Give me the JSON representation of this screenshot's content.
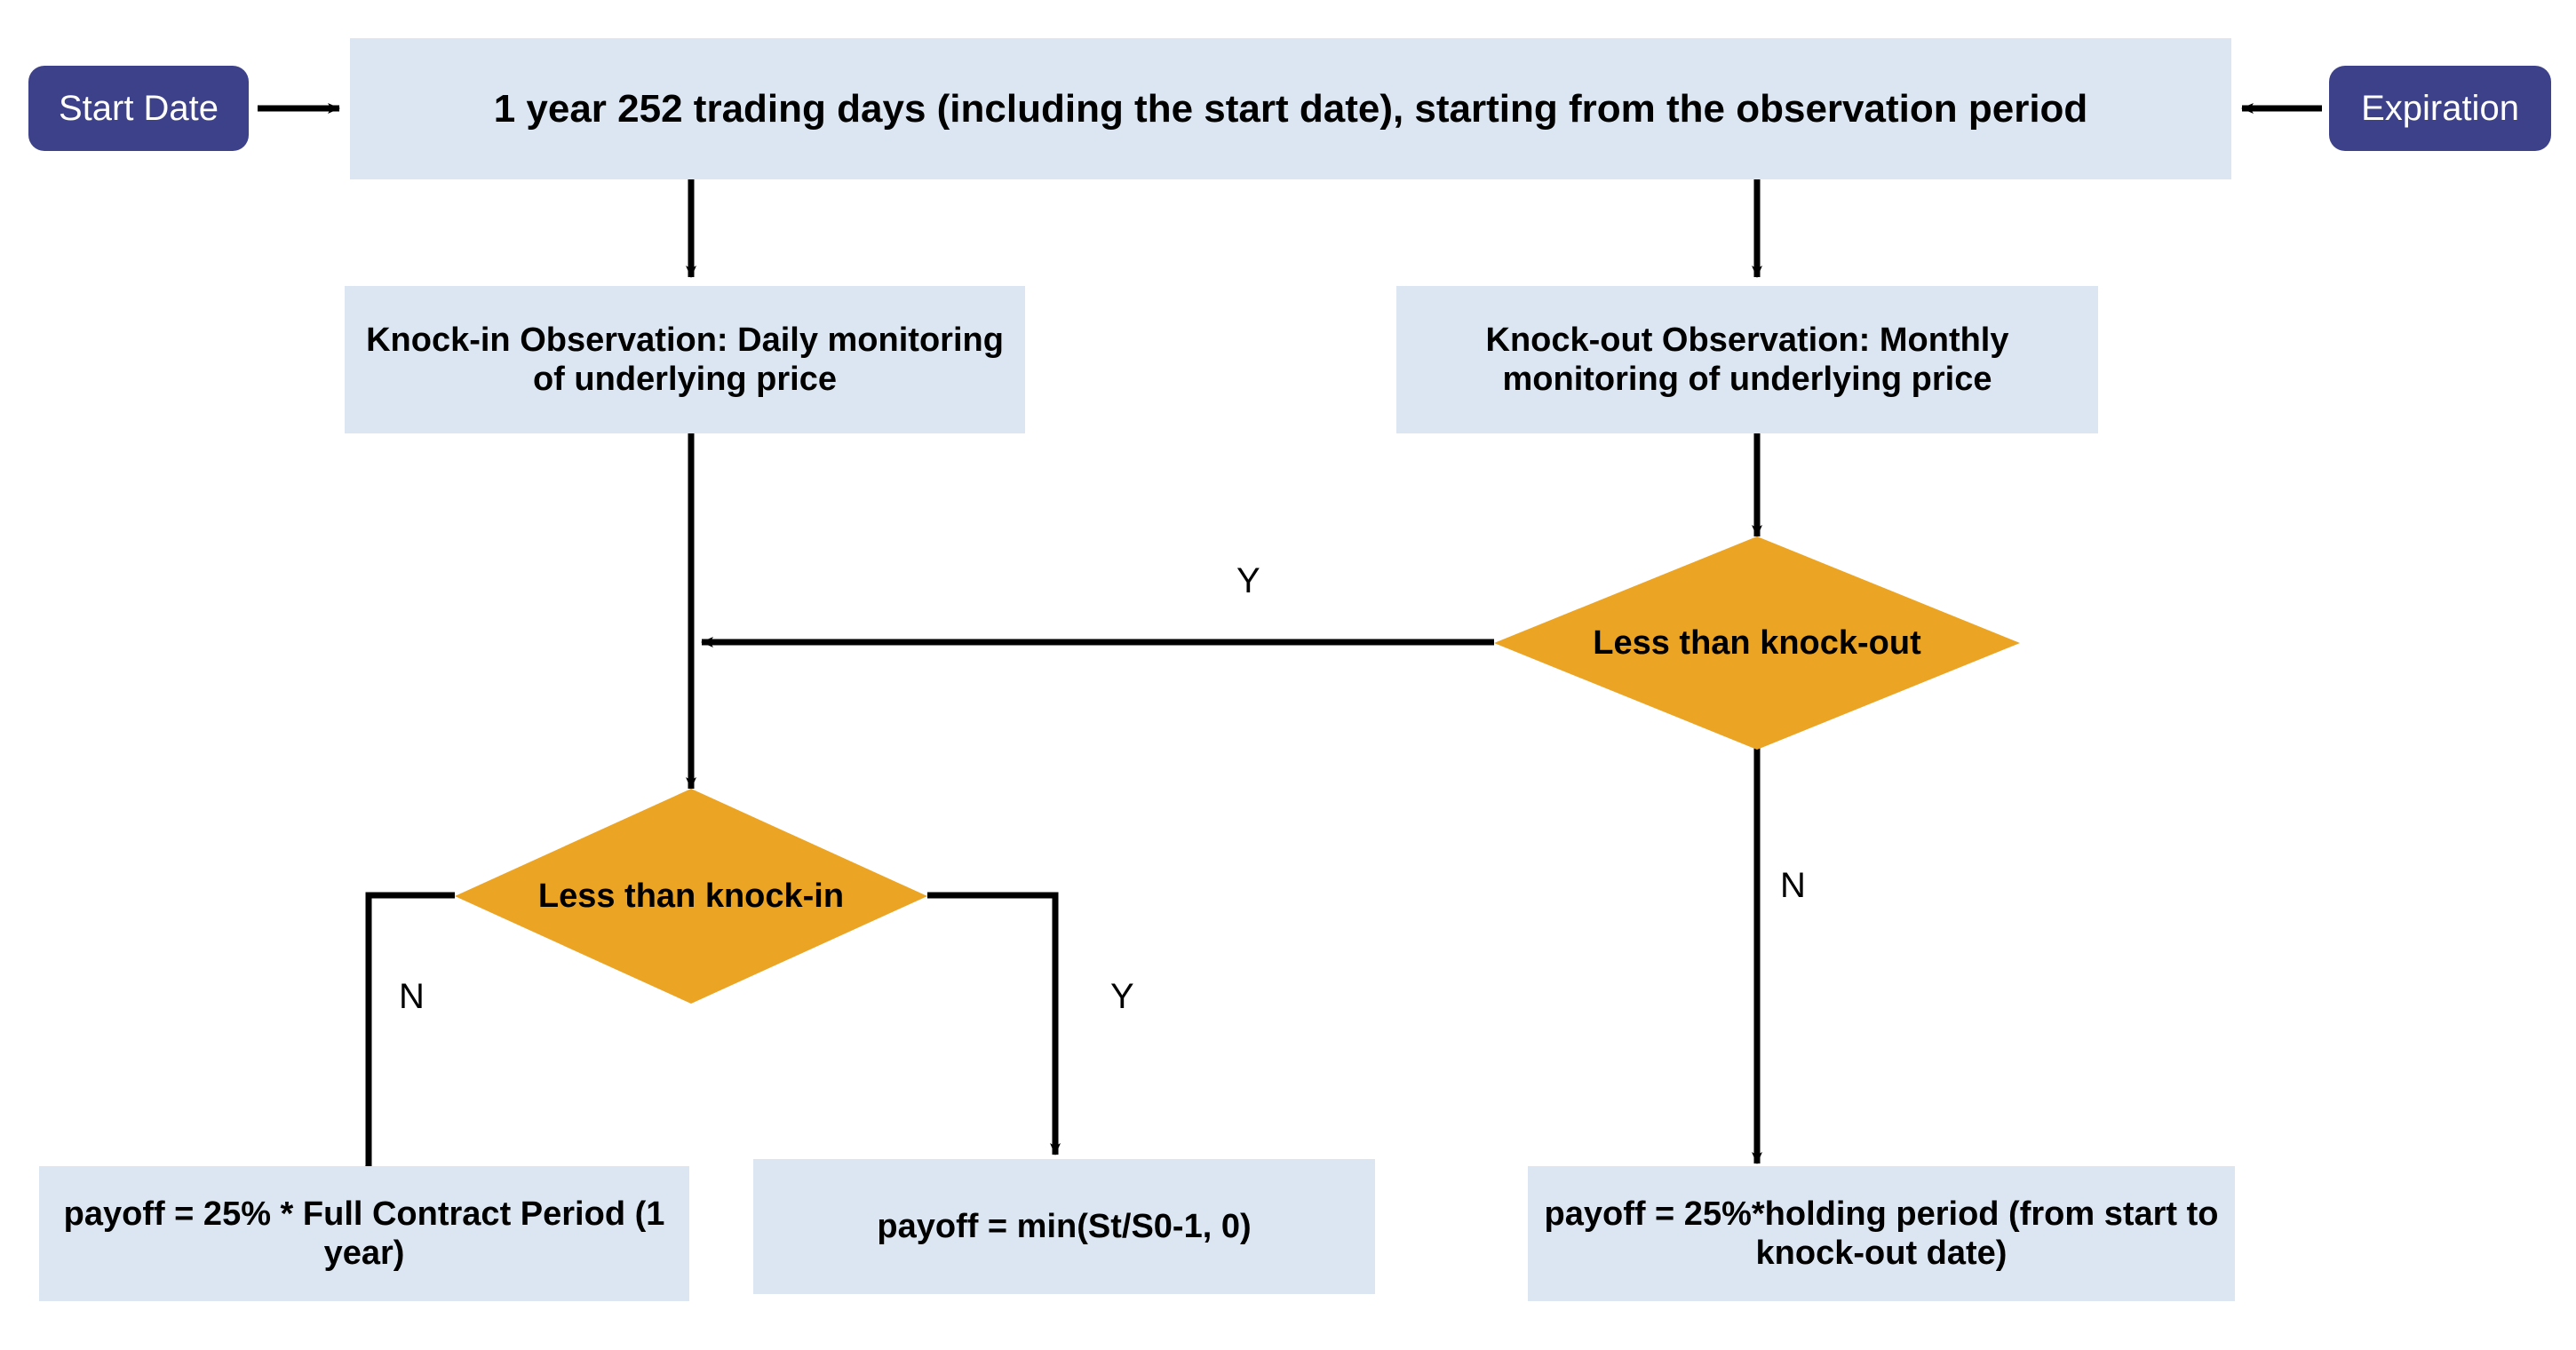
{
  "diagram": {
    "title": "Snowball option knock-in / knock-out payoff flowchart",
    "colors": {
      "terminator_fill": "#3d4189",
      "terminator_text": "#ffffff",
      "process_fill": "#dce6f2",
      "decision_fill": "#eba424",
      "edge_stroke": "#000000",
      "background": "#ffffff"
    },
    "nodes": {
      "start_date": {
        "label": "Start Date",
        "shape": "terminator"
      },
      "expiration": {
        "label": "Expiration",
        "shape": "terminator"
      },
      "observation_period": {
        "label": "1 year 252 trading days (including the start date), starting from the observation period",
        "shape": "process"
      },
      "knock_in_observation": {
        "label": "Knock-in Observation: Daily monitoring of underlying price",
        "shape": "process"
      },
      "knock_out_observation": {
        "label": "Knock-out Observation: Monthly monitoring of underlying price",
        "shape": "process"
      },
      "less_than_knock_out": {
        "label": "Less than knock-out",
        "shape": "decision"
      },
      "less_than_knock_in": {
        "label": "Less than knock-in",
        "shape": "decision"
      },
      "payoff_full_contract": {
        "label": "payoff = 25% * Full Contract Period (1 year)",
        "shape": "process"
      },
      "payoff_min": {
        "label": "payoff = min(St/S0-1, 0)",
        "shape": "process"
      },
      "payoff_holding": {
        "label": "payoff = 25%*holding period (from start to knock-out date)",
        "shape": "process"
      }
    },
    "edge_labels": {
      "knock_out_yes": "Y",
      "knock_out_no": "N",
      "knock_in_no": "N",
      "knock_in_yes": "Y"
    },
    "edges": [
      {
        "from": "start_date",
        "to": "observation_period",
        "label": ""
      },
      {
        "from": "expiration",
        "to": "observation_period",
        "label": ""
      },
      {
        "from": "observation_period",
        "to": "knock_in_observation",
        "label": ""
      },
      {
        "from": "observation_period",
        "to": "knock_out_observation",
        "label": ""
      },
      {
        "from": "knock_in_observation",
        "to": "less_than_knock_in",
        "label": ""
      },
      {
        "from": "knock_out_observation",
        "to": "less_than_knock_out",
        "label": ""
      },
      {
        "from": "less_than_knock_out",
        "to": "knock_in_observation",
        "label": "Y"
      },
      {
        "from": "less_than_knock_out",
        "to": "payoff_holding",
        "label": "N"
      },
      {
        "from": "less_than_knock_in",
        "to": "payoff_full_contract",
        "label": "N"
      },
      {
        "from": "less_than_knock_in",
        "to": "payoff_min",
        "label": "Y"
      }
    ]
  }
}
